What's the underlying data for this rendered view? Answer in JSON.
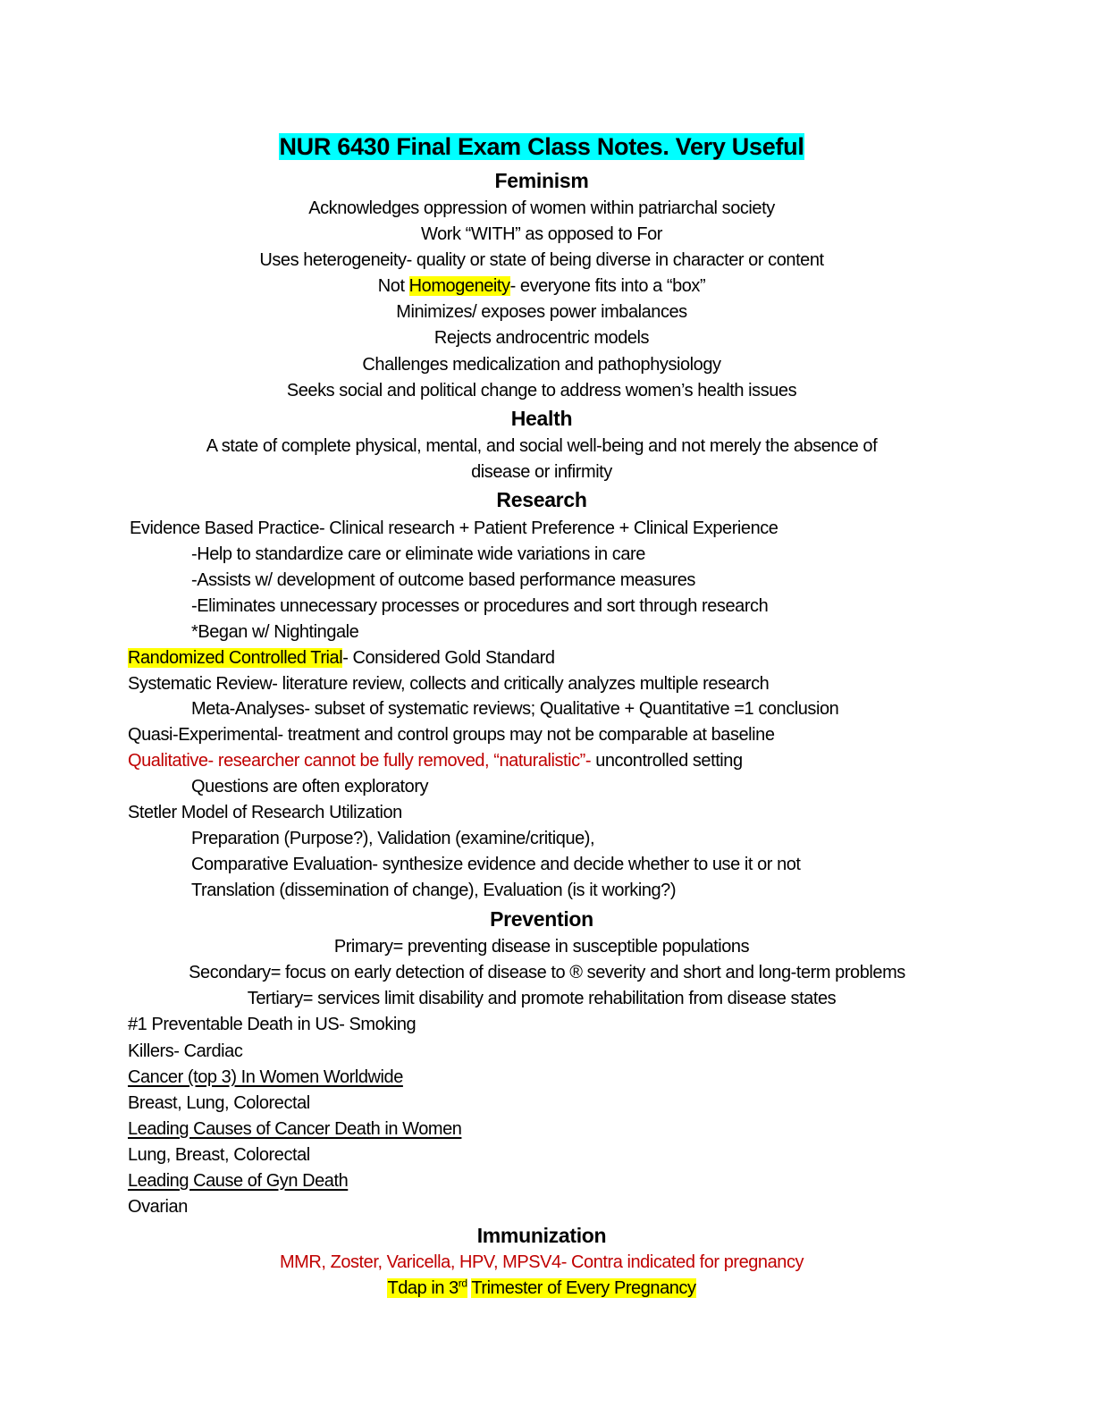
{
  "title": "NUR 6430 Final Exam Class Notes. Very Useful",
  "feminism": {
    "heading": "Feminism",
    "lines": [
      "Acknowledges oppression of women within patriarchal society",
      "Work “WITH” as opposed to For",
      "Uses heterogeneity- quality or state of being diverse in character or content",
      "Not ",
      "Homogeneity",
      "- everyone fits into a “box”",
      "Minimizes/ exposes power imbalances",
      "Rejects androcentric models",
      "Challenges medicalization and pathophysiology",
      "Seeks social and political change to address women’s health issues"
    ]
  },
  "health": {
    "heading": "Health",
    "lines": [
      "A state of complete physical, mental, and social well-being and not merely the absence of",
      "disease or infirmity"
    ]
  },
  "research": {
    "heading": "Research",
    "lines": [
      "Evidence Based Practice- Clinical research + Patient Preference + Clinical Experience",
      "-Help to standardize care or eliminate wide variations in care",
      "-Assists w/ development of outcome based performance measures",
      "-Eliminates unnecessary processes or procedures and sort through research",
      "*Began w/ Nightingale",
      "Randomized Controlled Trial",
      "- Considered Gold Standard",
      "Systematic Review- literature review, collects and critically analyzes multiple research",
      "Meta-Analyses- subset of systematic reviews; Qualitative + Quantitative =1 conclusion",
      "Quasi-Experimental- treatment and control groups may not be comparable at baseline",
      "Qualitative- researcher cannot be fully removed, “naturalistic”- ",
      "uncontrolled setting",
      "Questions are often exploratory",
      "Stetler Model of Research Utilization",
      "Preparation (Purpose?), Validation (examine/critique),",
      "Comparative Evaluation- synthesize evidence and decide whether to use it or not",
      "Translation (dissemination of change), Evaluation (is it working?)"
    ]
  },
  "prevention": {
    "heading": "Prevention",
    "lines": [
      "Primary= preventing disease in susceptible populations",
      "Secondary= focus on early detection of disease to ® severity and short and long-term problems",
      "Tertiary= services limit disability and promote rehabilitation from disease states",
      "#1 Preventable Death in US- Smoking",
      "Killers- Cardiac",
      "Cancer (top 3) In Women Worldwide",
      "Breast, Lung, Colorectal",
      "Leading Causes of Cancer Death in Women",
      "Lung, Breast, Colorectal",
      "Leading Cause of Gyn Death",
      "Ovarian"
    ]
  },
  "immunization": {
    "heading": "Immunization",
    "contraindicated": "MMR, Zoster, Varicella, HPV, MPSV4- Contra indicated for pregnancy",
    "tdap_a": "Tdap in 3",
    "tdap_sup": "rd",
    "tdap_b": "Trimester of Every Pregnancy"
  },
  "colors": {
    "title_highlight": "#00ffff",
    "highlight": "#ffff00",
    "red": "#c00000"
  }
}
